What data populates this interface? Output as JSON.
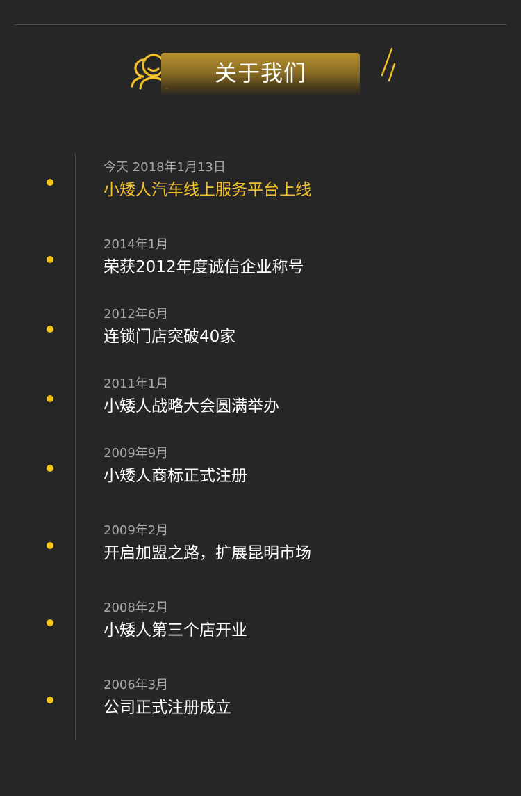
{
  "header": {
    "title": "关于我们",
    "icon": "people-icon"
  },
  "colors": {
    "background": "#262626",
    "accent": "#f5c518",
    "banner_gold": "#b8922f",
    "date_text": "#a8a8a8",
    "desc_text": "#ffffff",
    "highlight_text": "#f2c028"
  },
  "timeline": [
    {
      "date": "今天 2018年1月13日",
      "text": "小矮人汽车线上服务平台上线",
      "highlight": true
    },
    {
      "date": "2014年1月",
      "text": "荣获2012年度诚信企业称号"
    },
    {
      "date": "2012年6月",
      "text": "连锁门店突破40家"
    },
    {
      "date": "2011年1月",
      "text": "小矮人战略大会圆满举办"
    },
    {
      "date": "2009年9月",
      "text": "小矮人商标正式注册"
    },
    {
      "date": "2009年2月",
      "text": "开启加盟之路，扩展昆明市场"
    },
    {
      "date": "2008年2月",
      "text": "小矮人第三个店开业"
    },
    {
      "date": "2006年3月",
      "text": "公司正式注册成立"
    }
  ]
}
